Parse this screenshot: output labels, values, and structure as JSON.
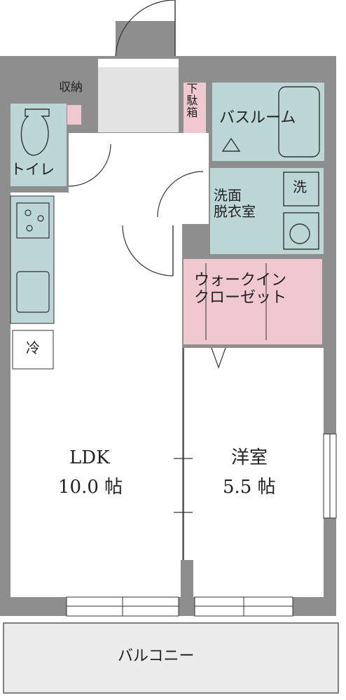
{
  "colors": {
    "wall": "#8e8e8e",
    "wet_area": "#bcd7d6",
    "closet": "#f0c8d0",
    "entrance": "#e3e3e3",
    "room": "#ffffff",
    "balcony": "#ececec",
    "line": "#333333"
  },
  "rooms": {
    "storage": "収納",
    "shoe_box": "下駄箱",
    "toilet": "トイレ",
    "bathroom": "バスルーム",
    "washer": "洗",
    "washroom": "洗面\n脱衣室",
    "walk_in_closet": "ウォークイン\nクローゼット",
    "fridge": "冷",
    "ldk_name": "LDK",
    "ldk_size": "10.0 帖",
    "western_name": "洋室",
    "western_size": "5.5 帖",
    "balcony": "バルコニー"
  }
}
